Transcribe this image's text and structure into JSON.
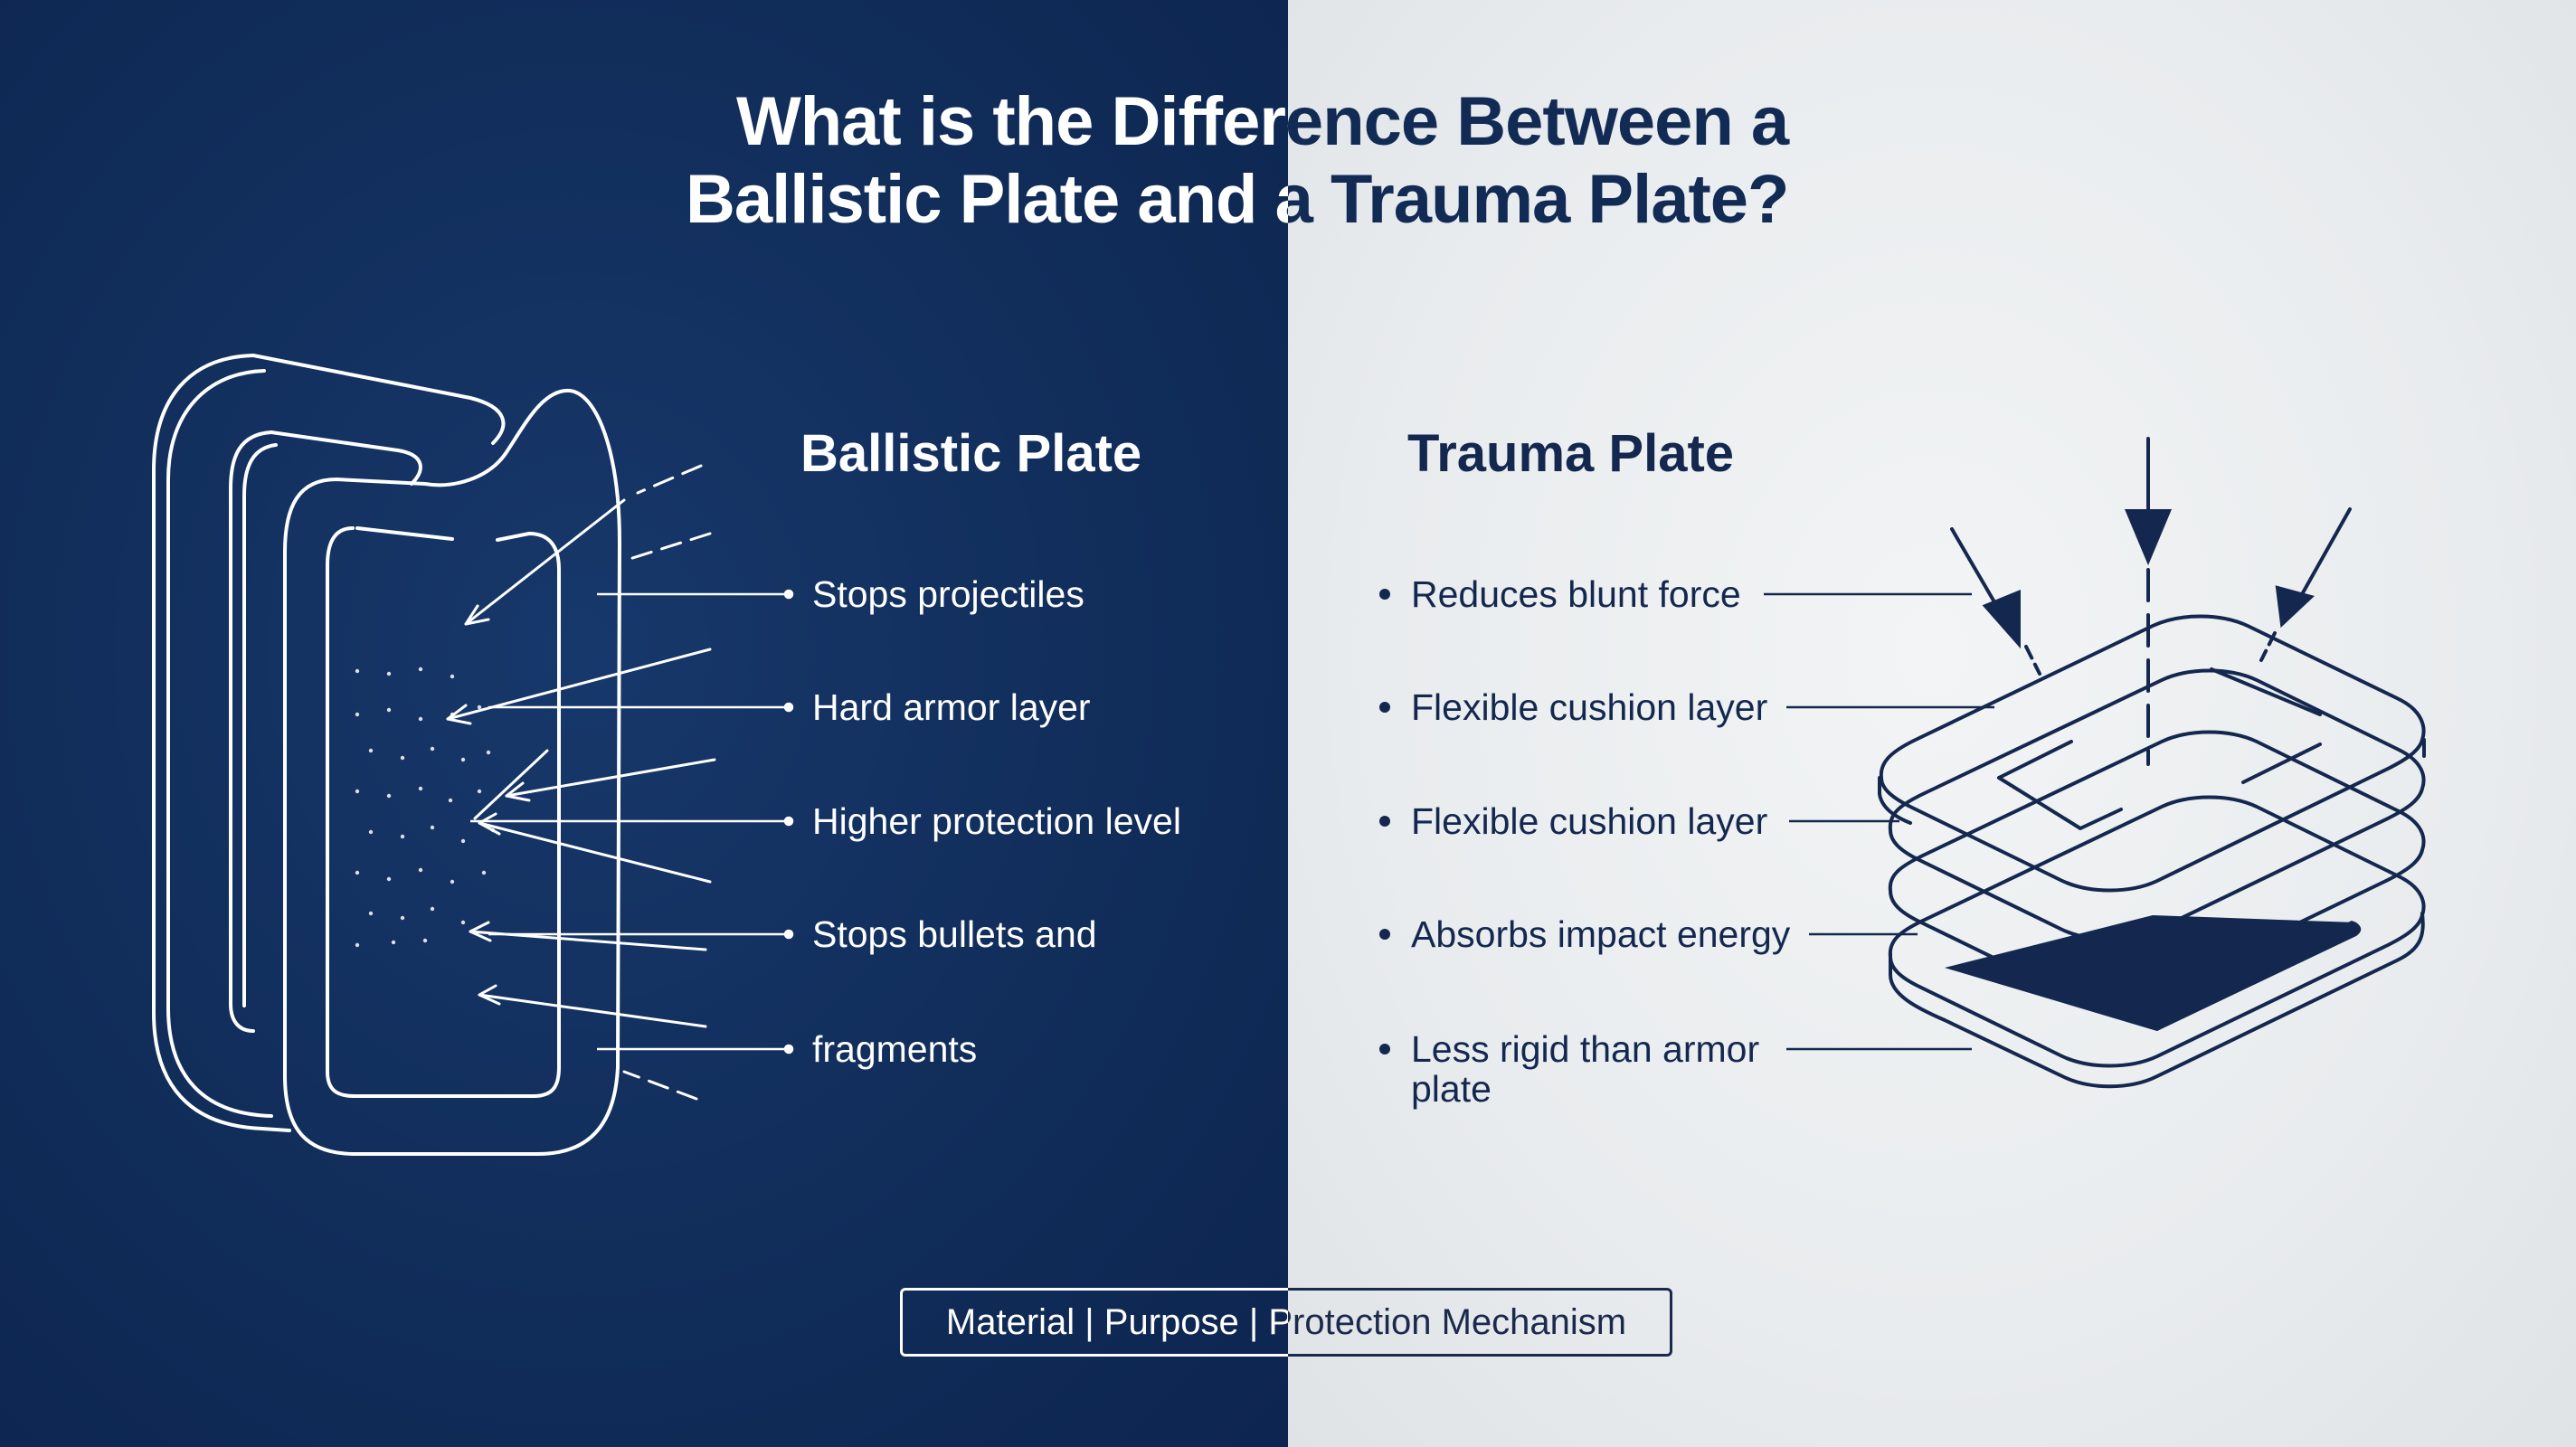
{
  "title": {
    "line1": "What is the Difference Between a",
    "line2": "Ballistic Plate and a Trauma Plate?"
  },
  "ballistic": {
    "heading": "Ballistic Plate",
    "items": [
      "Stops projectiles",
      "Hard armor layer",
      "Higher protection level",
      "Stops bullets and",
      "fragments"
    ]
  },
  "trauma": {
    "heading": "Trauma Plate",
    "items": [
      "Reduces blunt force",
      "Flexible cushion layer",
      "Flexible cushion layer",
      "Absorbs impact energy",
      "Less rigid than armor",
      "plate"
    ]
  },
  "footer": {
    "label": "Material | Purpose | Protection Mechanism"
  },
  "colors": {
    "navy": "#112d5a",
    "light": "#e9ecee",
    "ink": "#14284f"
  },
  "icons": {
    "ballistic_illustration": "ballistic-plate-outline-icon",
    "trauma_illustration": "stacked-trauma-layers-icon"
  }
}
